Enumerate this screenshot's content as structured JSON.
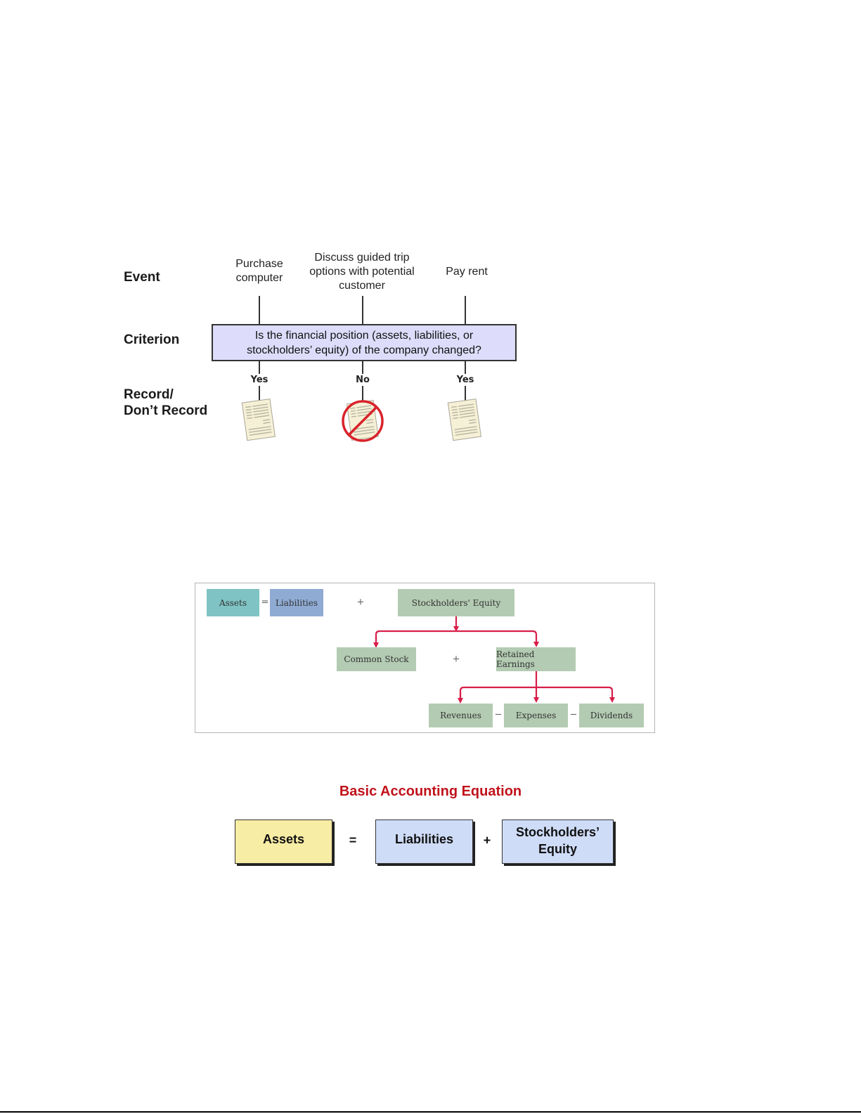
{
  "recording_diagram": {
    "row_labels": {
      "event": "Event",
      "criterion": "Criterion",
      "record": "Record/\nDon’t Record"
    },
    "events": [
      {
        "label": "Purchase\ncomputer",
        "answer": "Yes",
        "recorded": true
      },
      {
        "label": "Discuss guided trip\noptions with potential\ncustomer",
        "answer": "No",
        "recorded": false
      },
      {
        "label": "Pay rent",
        "answer": "Yes",
        "recorded": true
      }
    ],
    "criterion_text": "Is the financial position (assets, liabilities, or stockholders’ equity) of the company changed?",
    "icons": {
      "recorded": "document-icon",
      "not_recorded": "prohibited-document-icon"
    }
  },
  "expanded_equation": {
    "top_row": {
      "assets": "Assets",
      "equals": "=",
      "liabilities": "Liabilities",
      "plus": "+",
      "equity": "Stockholders' Equity"
    },
    "equity_row": {
      "common_stock": "Common Stock",
      "plus": "+",
      "retained_earnings": "Retained Earnings"
    },
    "retained_row": {
      "revenues": "Revenues",
      "minus1": "−",
      "expenses": "Expenses",
      "minus2": "−",
      "dividends": "Dividends"
    },
    "colors": {
      "assets": "#7fc3c4",
      "liabilities": "#8fabd3",
      "equity": "#b3cbb2",
      "arrow": "#d81e4a"
    }
  },
  "basic_equation": {
    "title": "Basic Accounting Equation",
    "assets": "Assets",
    "equals": "=",
    "liabilities": "Liabilities",
    "plus": "+",
    "equity": "Stockholders’\nEquity",
    "colors": {
      "title": "#c0121b",
      "assets": "#f8eda5",
      "liabilities": "#cfdcf8",
      "equity": "#cfdcf8"
    }
  }
}
